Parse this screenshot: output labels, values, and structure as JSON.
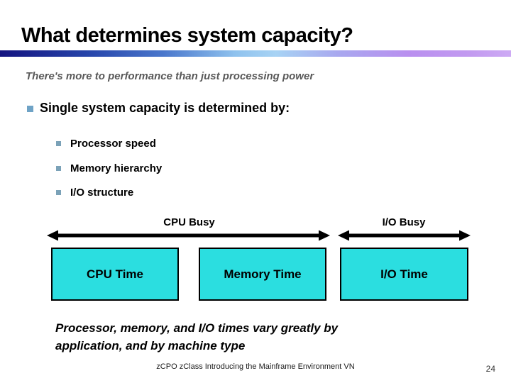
{
  "slide": {
    "title": "What determines system capacity?",
    "subtitle": "There's more to performance than just processing power",
    "footer": "zCPO zClass Introducing the Mainframe Environment VN",
    "page_number": "24"
  },
  "bullets": {
    "main": "Single system capacity is determined by:",
    "items": [
      {
        "label": "Processor speed"
      },
      {
        "label": "Memory hierarchy"
      },
      {
        "label": "I/O structure"
      }
    ]
  },
  "diagram": {
    "arrows": [
      {
        "label": "CPU Busy"
      },
      {
        "label": "I/O Busy"
      }
    ],
    "boxes": [
      {
        "label": "CPU Time"
      },
      {
        "label": "Memory Time"
      },
      {
        "label": "I/O Time"
      }
    ],
    "box_fill_color": "#2BDEE0",
    "arrow_color": "#000000"
  },
  "note": {
    "lines": [
      "Processor, memory, and I/O times vary greatly by",
      "application, and by machine type"
    ]
  },
  "colors": {
    "bullet_square_lvl1": "#6FA3C6",
    "bullet_square_lvl2": "#7BA2B8",
    "subtitle_text": "#595959",
    "divider_gradient_left": "#141480",
    "divider_gradient_mid": "#A7D3F4",
    "divider_gradient_right": "#CDAAF4"
  }
}
